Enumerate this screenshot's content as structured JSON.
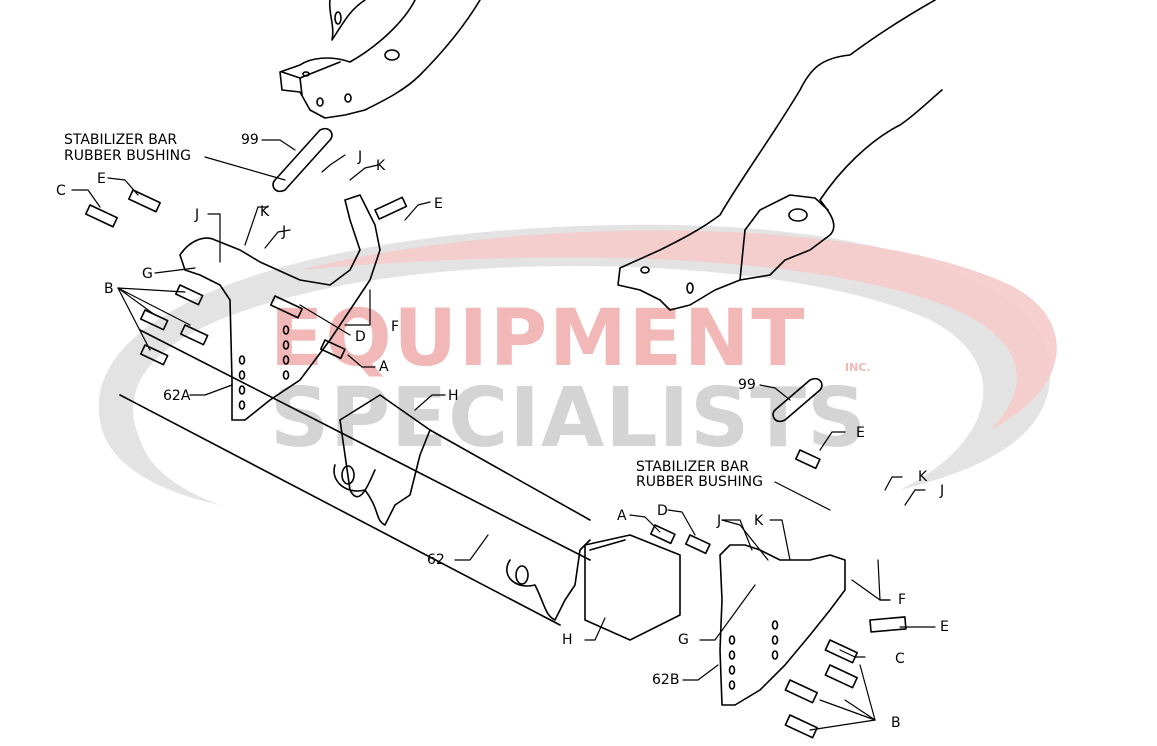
{
  "diagram": {
    "type": "exploded-parts-diagram",
    "subject": "Snowplow mount / push frame assembly",
    "watermark": {
      "line1": "EQUIPMENT",
      "line2": "SPECIALISTS",
      "suffix": "INC.",
      "color_red": "#f2b8b8",
      "color_gray": "#d4d4d4",
      "swoosh_red": "#f5caca",
      "swoosh_gray": "#dedede"
    },
    "callouts": {
      "left": {
        "bushing_line1": "STABILIZER BAR",
        "bushing_line2": "RUBBER BUSHING",
        "p99": "99",
        "J1": "J",
        "K1": "K",
        "E1": "E",
        "C": "C",
        "E2": "E",
        "J2": "J",
        "K2": "K",
        "J3": "J",
        "G": "G",
        "B": "B",
        "F": "F",
        "D": "D",
        "A": "A",
        "p62A": "62A",
        "H": "H"
      },
      "center": {
        "p62": "62",
        "H": "H"
      },
      "right": {
        "p99": "99",
        "E1": "E",
        "bushing_line1": "STABILIZER BAR",
        "bushing_line2": "RUBBER BUSHING",
        "K1": "K",
        "J1": "J",
        "A": "A",
        "D": "D",
        "J2": "J",
        "K2": "K",
        "F": "F",
        "E2": "E",
        "C": "C",
        "G": "G",
        "p62B": "62B",
        "B": "B"
      }
    },
    "colors": {
      "line": "#000000",
      "background": "#ffffff"
    }
  }
}
